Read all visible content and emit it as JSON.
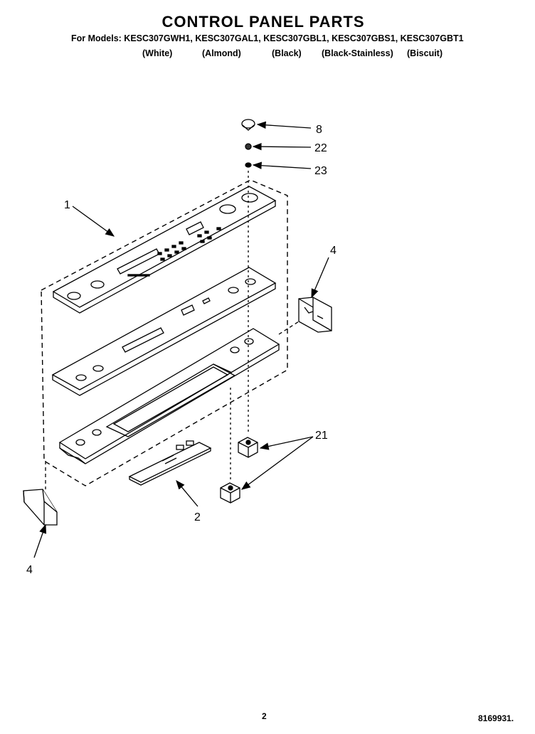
{
  "title": "CONTROL PANEL PARTS",
  "models_line": "For Models: KESC307GWH1, KESC307GAL1, KESC307GBL1, KESC307GBS1, KESC307GBT1",
  "colors": [
    "(White)",
    "(Almond)",
    "(Black)",
    "(Black-Stainless)",
    "(Biscuit)"
  ],
  "callouts": {
    "c1": "1",
    "c2": "2",
    "c4a": "4",
    "c4b": "4",
    "c8": "8",
    "c21": "21",
    "c22": "22",
    "c23": "23"
  },
  "page_number": "2",
  "doc_number": "8169931."
}
